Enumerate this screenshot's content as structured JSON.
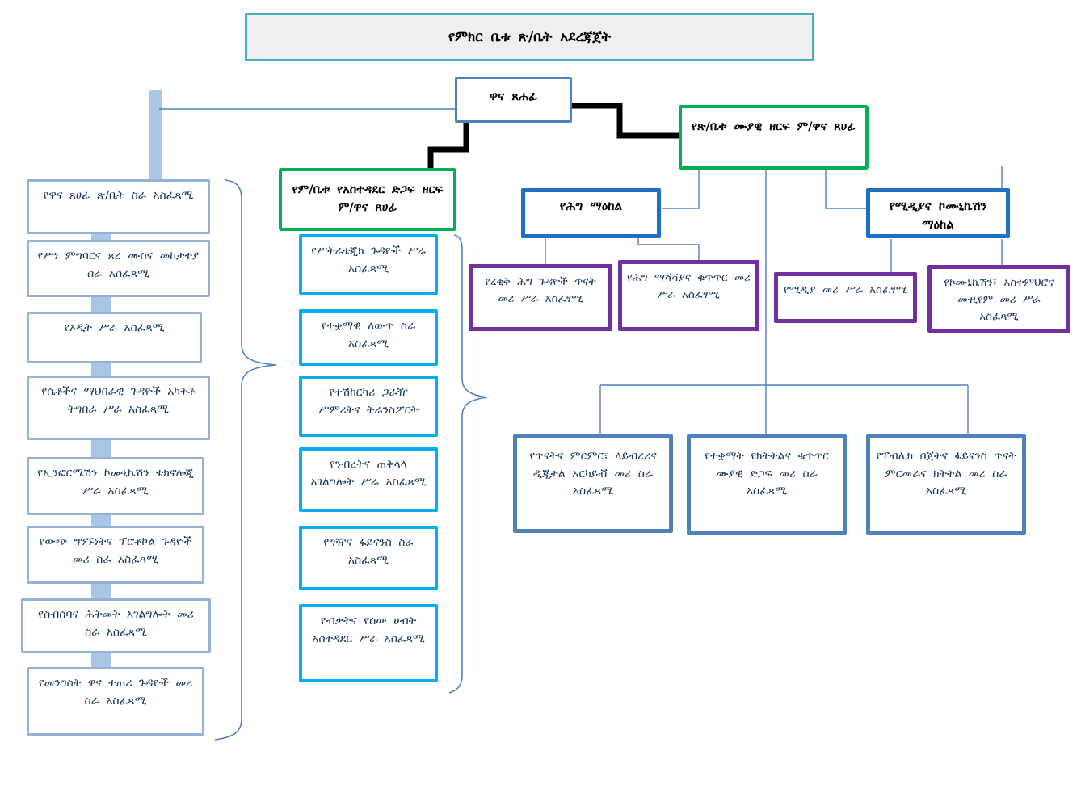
{
  "title": {
    "label": "የምክር ቤቱ ጽ/ቤት አደረጃጀት"
  },
  "executives": {
    "chief_secretary": {
      "label": "ዋና ጸሐፊ"
    },
    "admin_support_deputy": {
      "label": "የም/ቤቱ የአስተዳደር ድጋፍ ዘርፍ ም/ዋና ጸሀፊ"
    },
    "professional_sector_deputy": {
      "label": "የጽ/ቤቱ ሙያዊ ዘርፍ ም/ዋና ጸሀፊ"
    }
  },
  "centers": {
    "law_center": {
      "label": "የሕግ ማዕከል"
    },
    "media_communication_center": {
      "label": "የሚዲያና ኮሙኒኬሽን ማዕከል"
    }
  },
  "left_column": [
    {
      "label": "የዋና ጸሀፊ ጽ/ቤት ስራ አስፈጻሚ"
    },
    {
      "label": "የሥነ ምግባርና ጸረ ሙስና መከታተያ ስራ አስፈጻሚ"
    },
    {
      "label": "የኦዲት ሥራ አስፈጻሚ"
    },
    {
      "label": "የሴቶችና ማህበራዊ ጉዳዮች አካትቶ ትግበራ ሥራ አስፈጻሚ"
    },
    {
      "label": "የኢንፎርሜሽን ኮሙኒኬሽን ቴክኖሎጂ ሥራ አስፈጻሚ"
    },
    {
      "label": "የውጭ ግንኙነትና ፕሮቶኮል ጉዳዮች መሪ ስራ አስፈጻሚ"
    },
    {
      "label": "የስብሰባና ሕትመት አገልግሎት መሪ ስራ አስፈጻሚ"
    },
    {
      "label": "የመንግስት ዋና ተጠሪ ጉዳዮች መሪ ስራ አስፈጻሚ"
    }
  ],
  "middle_column": [
    {
      "label": "የሥትራቴጂክ ጉዳዮች ሥራ አስፈጻሚ"
    },
    {
      "label": "የተቋማዊ ለውጥ ስራ አስፈጻሚ"
    },
    {
      "label": "የተሽከርካሪ ጋራዥ ሥምሪትና ትራንስፖርት"
    },
    {
      "label": "የንብረትና ጠቅላላ አገልግሎት ሥራ አስፈጻሚ"
    },
    {
      "label": "የግዥና ፋይናንስ ስራ አስፈጻሚ"
    },
    {
      "label": "የብቃትና የሰው ሀብት አስተዳደር ሥራ አስፈጻሚ"
    }
  ],
  "purple_row": [
    {
      "label": "የረቂቅ ሕግ ጉዳዮች ጥናት መሪ ሥራ አስፈፃሚ"
    },
    {
      "label": "የሕግ ማሻሻያና ቁጥጥር መሪ ሥራ አስፈፃሚ"
    },
    {
      "label": "የሚዲያ መሪ ሥራ አስፈፃሚ"
    },
    {
      "label": "የኮሙኒኬሽን፣ አስተምህሮና ሙዚየም መሪ ሥራ አስፈጻሚ"
    }
  ],
  "bottom_row": [
    {
      "label": "የጥናትና ምርምር፣ ላይብረሪና ዲጂታል አርካይቭ መሪ ስራ አስፈጻሚ"
    },
    {
      "label": "የተቋማት የክትትልና ቁጥጥር ሙያዊ ድጋፍ መሪ ስራ አስፈጻሚ"
    },
    {
      "label": "የፐብሊክ በጀትና ፋይናንስ ጥናት ምርመራና ክትትል መሪ ስራ አስፈጻሚ"
    }
  ],
  "colors": {
    "title_border": "#4BACC6",
    "title_fill": "#EFEFEF",
    "steel_blue": "#4F81BD",
    "light_blue": "#95B3D7",
    "pale_bar": "#A9C6E8",
    "cyan": "#00B0F0",
    "green": "#00B050",
    "center_blue": "#1F6FC5",
    "purple": "#7030A0",
    "text_dark": "#17375E",
    "connector": "#4F81BD",
    "black_connector": "#000000"
  }
}
